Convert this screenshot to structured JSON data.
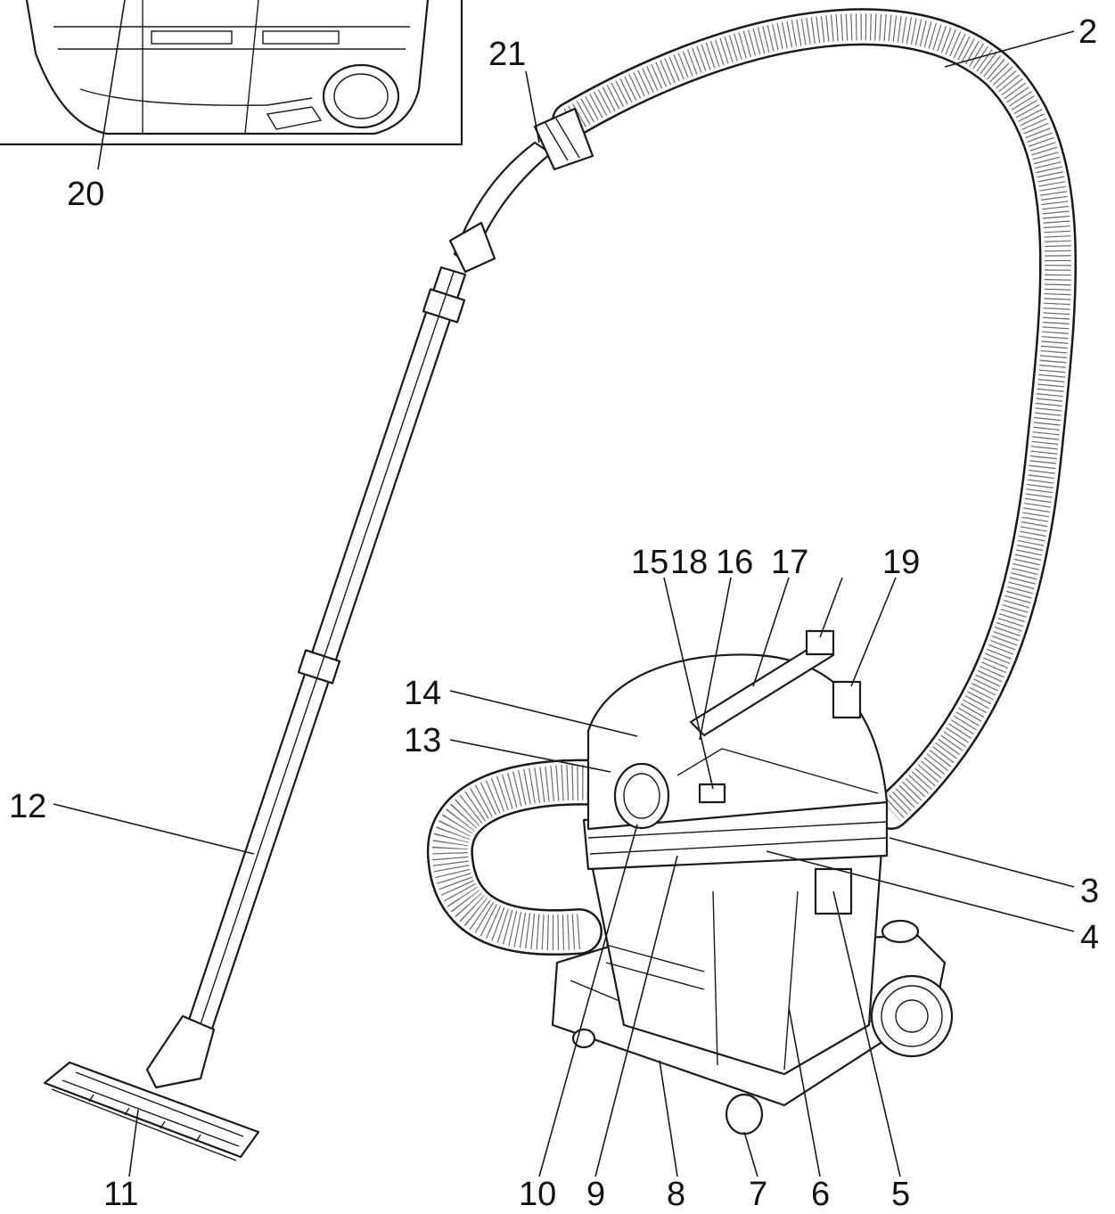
{
  "labels": {
    "l2": "2",
    "l3": "3",
    "l4": "4",
    "l5": "5",
    "l6": "6",
    "l7": "7",
    "l8": "8",
    "l9": "9",
    "l10": "10",
    "l11": "11",
    "l12": "12",
    "l13": "13",
    "l14": "14",
    "l15": "15",
    "l16": "16",
    "l17": "17",
    "l18": "18",
    "l19": "19",
    "l20": "20",
    "l21": "21"
  }
}
